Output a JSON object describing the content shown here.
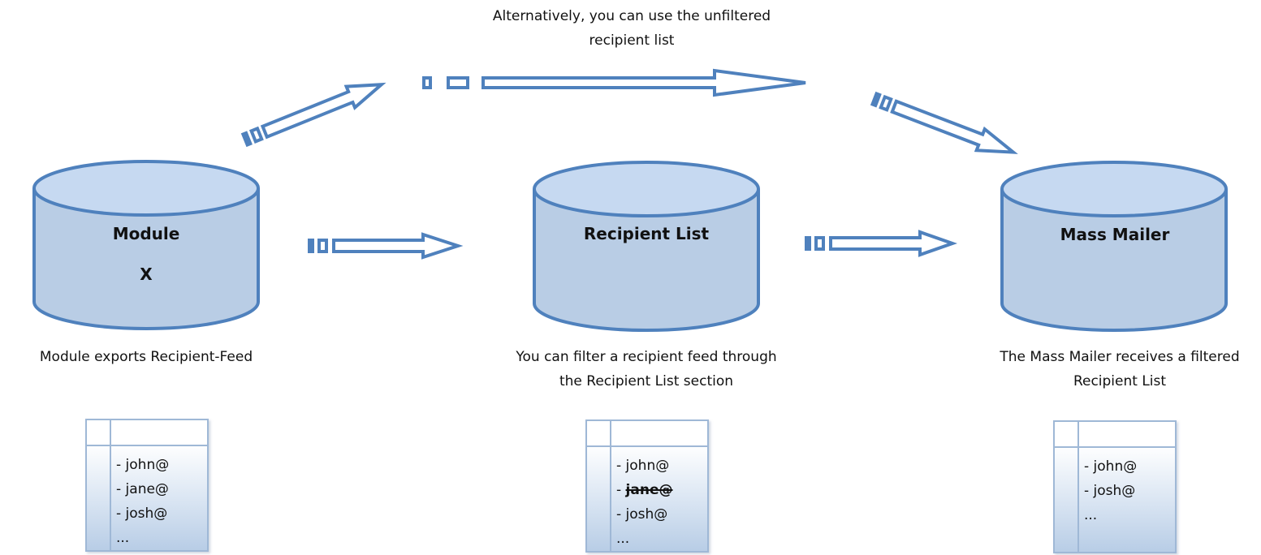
{
  "colors": {
    "stroke": "#4f81bd",
    "cylinder_fill": "#b9cde5",
    "cylinder_top": "#c6d9f1",
    "list_border": "#9fb8d6"
  },
  "top_caption": {
    "line1": "Alternatively, you can use the unfiltered",
    "line2": "recipient list"
  },
  "nodes": [
    {
      "id": "module",
      "label": "Module",
      "sublabel": "X"
    },
    {
      "id": "recipient-list",
      "label": "Recipient List",
      "sublabel": ""
    },
    {
      "id": "mass-mailer",
      "label": "Mass Mailer",
      "sublabel": ""
    }
  ],
  "captions": [
    {
      "line1": "Module exports Recipient-Feed",
      "line2": ""
    },
    {
      "line1": "You can filter a recipient feed through",
      "line2": "the Recipient List section"
    },
    {
      "line1": "The Mass Mailer receives a filtered",
      "line2": "Recipient List"
    }
  ],
  "lists": [
    {
      "items": [
        {
          "prefix": "- ",
          "text": "john@",
          "struck": false
        },
        {
          "prefix": "- ",
          "text": "jane@",
          "struck": false
        },
        {
          "prefix": "- ",
          "text": "josh@",
          "struck": false
        },
        {
          "prefix": "",
          "text": "...",
          "struck": false
        }
      ]
    },
    {
      "items": [
        {
          "prefix": "- ",
          "text": "john@",
          "struck": false
        },
        {
          "prefix": "- ",
          "text": "jane@",
          "struck": true
        },
        {
          "prefix": "- ",
          "text": "josh@",
          "struck": false
        },
        {
          "prefix": "",
          "text": "...",
          "struck": false
        }
      ]
    },
    {
      "items": [
        {
          "prefix": "- ",
          "text": "john@",
          "struck": false
        },
        {
          "prefix": "- ",
          "text": "josh@",
          "struck": false
        },
        {
          "prefix": "",
          "text": "...",
          "struck": false
        }
      ]
    }
  ]
}
